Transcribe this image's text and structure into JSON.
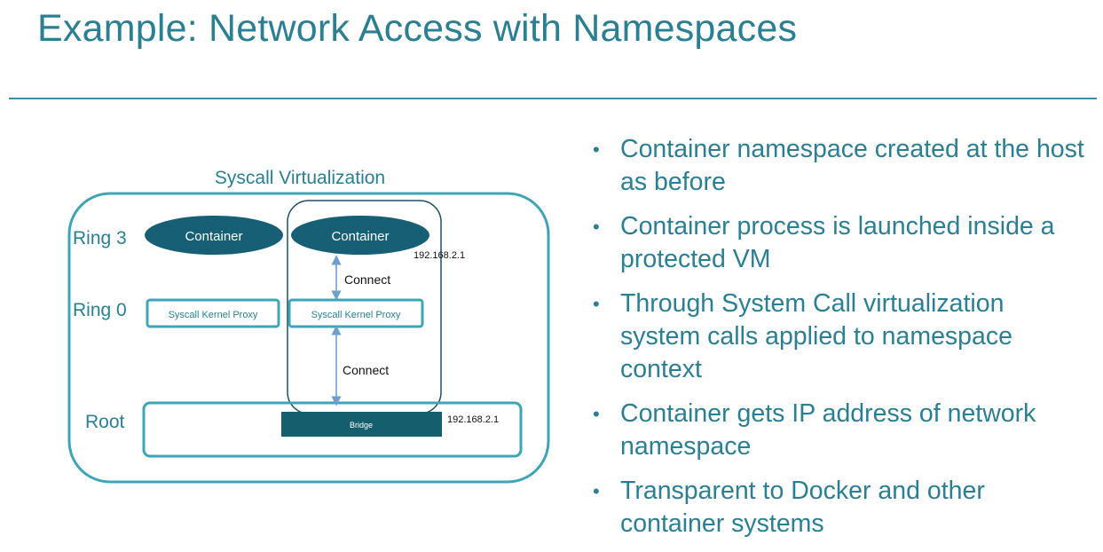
{
  "title": "Example: Network Access with Namespaces",
  "diagram": {
    "heading": "Syscall Virtualization",
    "ring3_label": "Ring 3",
    "ring0_label": "Ring 0",
    "root_label": "Root",
    "container_left": "Container",
    "container_right": "Container",
    "proxy_left": "Syscall Kernel Proxy",
    "proxy_right": "Syscall Kernel Proxy",
    "bridge": "Bridge",
    "connect_upper": "Connect",
    "connect_lower": "Connect",
    "ip_upper": "192.168.2.1",
    "ip_lower": "192.168.2.1"
  },
  "bullets": [
    "Container namespace created at the host as before",
    "Container process is launched inside a protected VM",
    "Through System Call virtualization system calls applied to namespace context",
    "Container gets IP address of network namespace",
    "Transparent to Docker and other container systems"
  ],
  "colors": {
    "accent": "#2b7f92",
    "outline": "#3fa4b5",
    "node_fill": "#165f75",
    "bridge_fill": "#155e6e",
    "arrow": "#6f9fcb"
  }
}
